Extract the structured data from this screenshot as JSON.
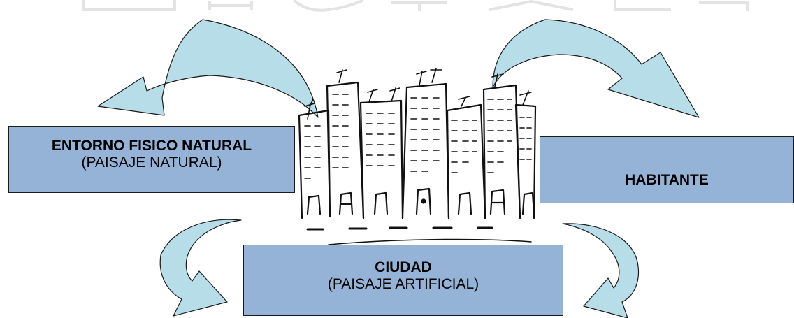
{
  "diagram": {
    "boxes": {
      "entorno": {
        "title": "ENTORNO FISICO NATURAL",
        "subtitle": "(PAISAJE NATURAL)"
      },
      "habitante": {
        "title": "HABITANTE"
      },
      "ciudad": {
        "title": "CIUDAD",
        "subtitle": "(PAISAJE ARTIFICIAL)"
      }
    },
    "colors": {
      "box_fill": "#95b3d7",
      "arrow_fill": "#b7dde8",
      "outline": "#1a1a1a",
      "faint_header": "#e6e6e6"
    },
    "icons": [
      "curved-arrow-icon",
      "city-buildings-illustration"
    ]
  }
}
